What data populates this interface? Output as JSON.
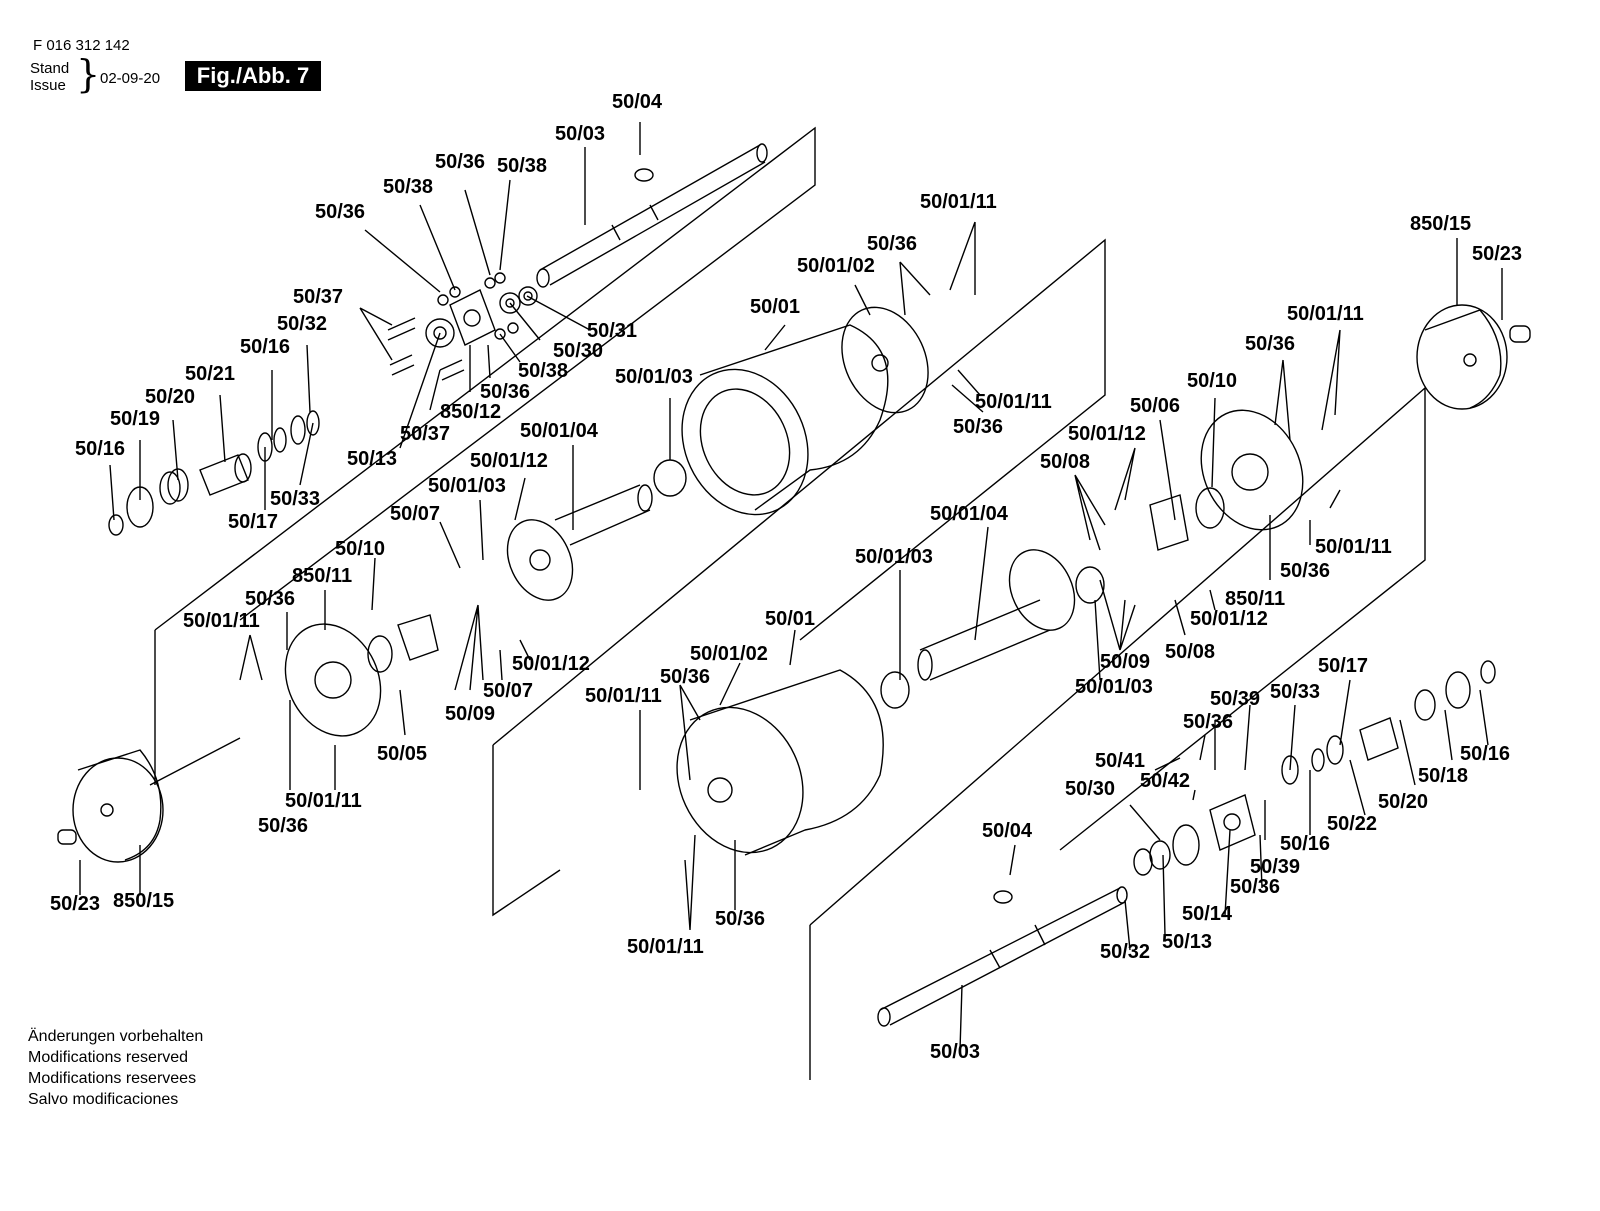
{
  "header": {
    "doc_number": "F 016 312 142",
    "stand_label": "Stand",
    "issue_label": "Issue",
    "date": "02-09-20",
    "fig_label": "Fig./Abb. 7"
  },
  "notes": [
    "Änderungen vorbehalten",
    "Modifications reserved",
    "Modifications reservees",
    "Salvo modificaciones"
  ],
  "labels": {
    "l01": "50/04",
    "l02": "50/03",
    "l03": "50/36",
    "l04": "50/38",
    "l05": "50/38",
    "l06": "50/36",
    "l07": "50/37",
    "l08": "50/32",
    "l09": "50/16",
    "l10": "50/21",
    "l11": "50/20",
    "l12": "50/19",
    "l13": "50/16",
    "l14": "50/31",
    "l15": "50/30",
    "l16": "50/38",
    "l17": "50/36",
    "l18": "850/12",
    "l19": "50/37",
    "l20": "50/13",
    "l21": "50/33",
    "l22": "50/17",
    "l23": "50/01/11",
    "l24": "50/36",
    "l25": "50/01/02",
    "l26": "50/01",
    "l27": "50/01/03",
    "l28": "50/01/11",
    "l29": "50/36",
    "l30": "50/01/04",
    "l31": "50/01/12",
    "l32": "50/01/03",
    "l33": "50/07",
    "l34": "50/10",
    "l35": "850/11",
    "l36": "50/36",
    "l37": "50/01/11",
    "l38": "50/01/12",
    "l39": "50/07",
    "l40": "50/09",
    "l41": "50/05",
    "l42": "50/01/11",
    "l43": "50/36",
    "l44": "850/15",
    "l45": "50/23",
    "l46": "50/01/11",
    "l47": "50/36",
    "l48": "50/10",
    "l49": "50/06",
    "l50": "50/01/12",
    "l51": "50/08",
    "l52": "50/01/04",
    "l53": "50/01/11",
    "l54": "50/36",
    "l55": "850/11",
    "l56": "50/01/12",
    "l57": "50/01/03",
    "l58": "50/09",
    "l59": "50/08",
    "l60": "50/01/03",
    "l61": "50/01",
    "l62": "50/01/02",
    "l63": "50/36",
    "l64": "50/01/11",
    "l65": "50/17",
    "l66": "50/39",
    "l67": "50/33",
    "l68": "50/36",
    "l69": "50/41",
    "l70": "50/42",
    "l71": "50/30",
    "l72": "50/16",
    "l73": "50/18",
    "l74": "50/20",
    "l75": "50/22",
    "l76": "50/16",
    "l77": "50/39",
    "l78": "50/36",
    "l79": "50/14",
    "l80": "50/04",
    "l81": "50/36",
    "l82": "50/01/11",
    "l83": "50/32",
    "l84": "50/13",
    "l85": "50/03",
    "l86": "50/23",
    "l87": "850/15"
  }
}
